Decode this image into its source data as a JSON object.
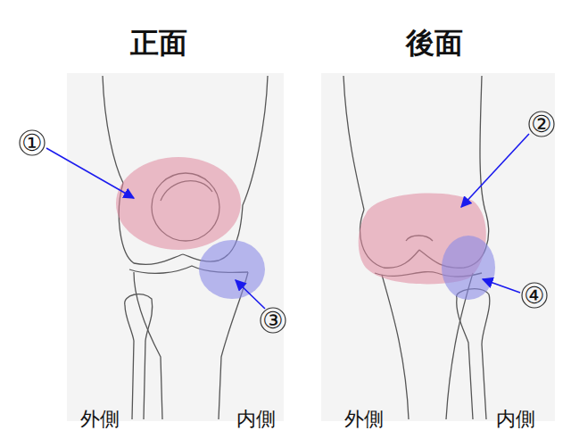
{
  "diagram": {
    "labels": [
      "正面",
      "後面",
      "①",
      "②",
      "③",
      "④",
      "外側",
      "内側",
      "外側",
      "内側"
    ]
  }
}
